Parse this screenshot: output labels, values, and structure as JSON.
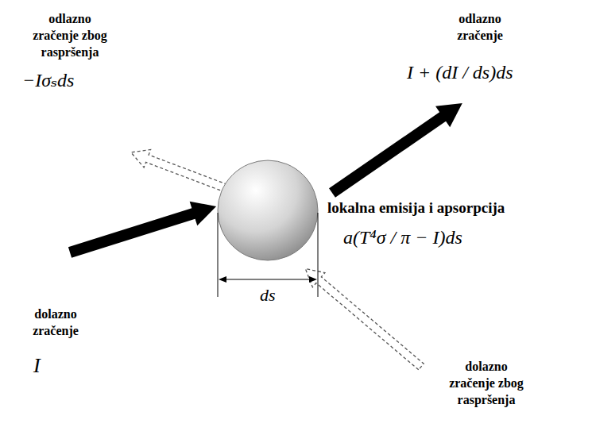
{
  "diagram": {
    "labels": [
      "odlazno zračenje zbog raspršenja",
      "−Iσₛds",
      "odlazno zračenje",
      "I + (dI / ds)ds",
      "lokalna emisija i apsorpcija",
      "a(T⁴σ / π − I)ds",
      "dolazno zračenje",
      "I",
      "ds",
      "dolazno zračenje zbog raspršenja"
    ]
  }
}
